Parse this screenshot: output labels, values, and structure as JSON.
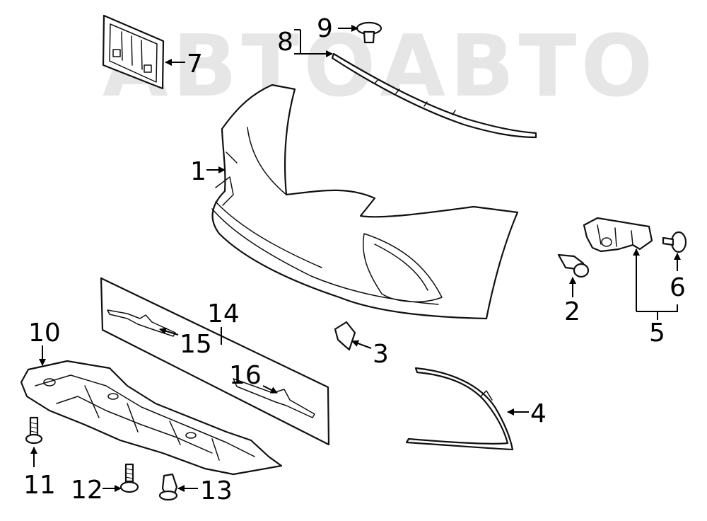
{
  "watermark": {
    "text": "АВТОАВТО"
  },
  "callouts": [
    {
      "id": "1",
      "text": "1"
    },
    {
      "id": "2",
      "text": "2"
    },
    {
      "id": "3",
      "text": "3"
    },
    {
      "id": "4",
      "text": "4"
    },
    {
      "id": "5",
      "text": "5"
    },
    {
      "id": "6",
      "text": "6"
    },
    {
      "id": "7",
      "text": "7"
    },
    {
      "id": "8",
      "text": "8"
    },
    {
      "id": "9",
      "text": "9"
    },
    {
      "id": "10",
      "text": "10"
    },
    {
      "id": "11",
      "text": "11"
    },
    {
      "id": "12",
      "text": "12"
    },
    {
      "id": "13",
      "text": "13"
    },
    {
      "id": "14",
      "text": "14"
    },
    {
      "id": "15",
      "text": "15"
    },
    {
      "id": "16",
      "text": "16"
    }
  ],
  "colors": {
    "line": "#111111",
    "background": "#ffffff",
    "watermark": "#e6e6e6"
  }
}
